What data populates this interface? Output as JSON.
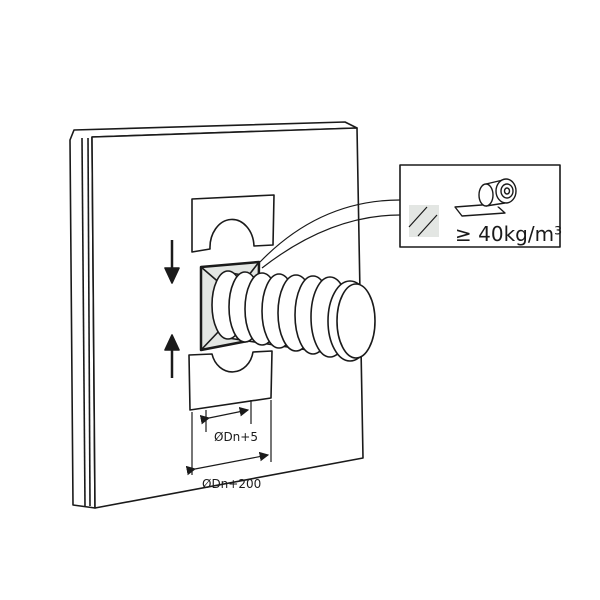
{
  "diagram": {
    "material_label": "≥ 40kg/m³",
    "dimension_inner": "ØDn+5",
    "dimension_outer": "ØDn+200"
  },
  "colors": {
    "stroke": "#1a1a1a",
    "panel_fill": "#ffffff",
    "insulation_fill": "#e3e6e3",
    "collar_fill": "#3a3a3a"
  }
}
